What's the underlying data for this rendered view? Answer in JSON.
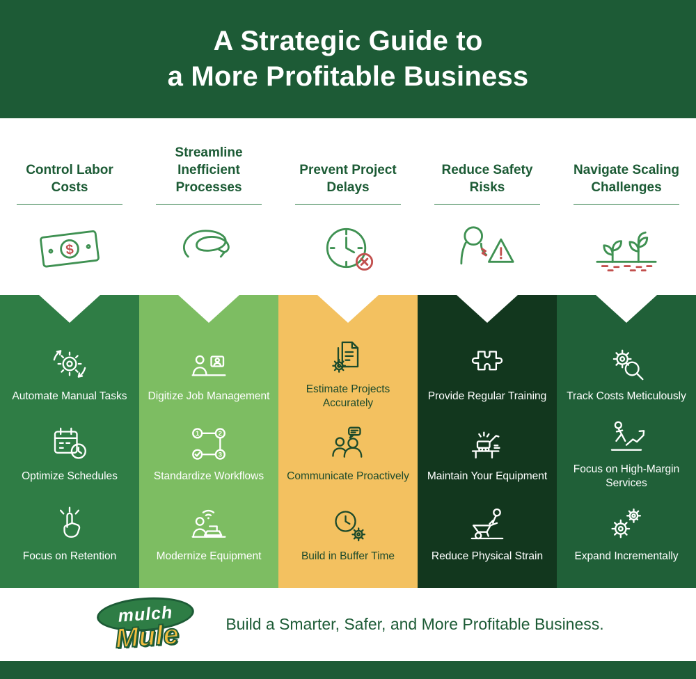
{
  "header": {
    "title_line1": "A Strategic Guide to",
    "title_line2": "a More Profitable Business"
  },
  "pillars": [
    {
      "heading": "Control Labor Costs",
      "icon": "money-bill-icon",
      "color": "#2f7d45",
      "text_color": "#ffffff",
      "items": [
        {
          "label": "Automate Manual Tasks",
          "icon": "automation-gear-icon"
        },
        {
          "label": "Optimize Schedules",
          "icon": "calendar-clock-icon"
        },
        {
          "label": "Focus on Retention",
          "icon": "tap-hand-icon"
        }
      ]
    },
    {
      "heading": "Streamline Inefficient Processes",
      "icon": "tangled-process-icon",
      "color": "#7dbd62",
      "text_color": "#ffffff",
      "items": [
        {
          "label": "Digitize Job Management",
          "icon": "desk-video-icon"
        },
        {
          "label": "Standardize Workflows",
          "icon": "workflow-icon"
        },
        {
          "label": "Modernize Equipment",
          "icon": "laptop-wifi-icon"
        }
      ]
    },
    {
      "heading": "Prevent Project Delays",
      "icon": "clock-delay-icon",
      "color": "#f3c160",
      "text_color": "#1c4a2b",
      "items": [
        {
          "label": "Estimate Projects Accurately",
          "icon": "document-gear-icon"
        },
        {
          "label": "Communicate Proactively",
          "icon": "people-chat-icon"
        },
        {
          "label": "Build in Buffer Time",
          "icon": "clock-gear-icon"
        }
      ]
    },
    {
      "heading": "Reduce Safety Risks",
      "icon": "safety-risk-icon",
      "color": "#12371e",
      "text_color": "#ffffff",
      "items": [
        {
          "label": "Provide Regular Training",
          "icon": "puzzle-icon"
        },
        {
          "label": "Maintain Your Equipment",
          "icon": "equipment-maintenance-icon"
        },
        {
          "label": "Reduce Physical Strain",
          "icon": "wheelbarrow-icon"
        }
      ]
    },
    {
      "heading": "Navigate Scaling Challenges",
      "icon": "scaling-plants-icon",
      "color": "#206038",
      "text_color": "#ffffff",
      "items": [
        {
          "label": "Track Costs Meticulously",
          "icon": "gear-magnifier-icon"
        },
        {
          "label": "Focus on High-Margin Services",
          "icon": "run-chart-icon"
        },
        {
          "label": "Expand Incrementally",
          "icon": "gears-icon"
        }
      ]
    }
  ],
  "footer": {
    "logo_line1": "mulch",
    "logo_line2": "Mule",
    "tagline": "Build a Smarter, Safer, and More Profitable Business."
  },
  "colors": {
    "header_green": "#1d5b36",
    "heading_text": "#1c5b35",
    "icon_green": "#3f9152",
    "accent_red": "#c2504e",
    "column_1": "#2f7d45",
    "column_2": "#7dbd62",
    "column_3": "#f3c160",
    "column_4": "#12371e",
    "column_5": "#206038"
  }
}
